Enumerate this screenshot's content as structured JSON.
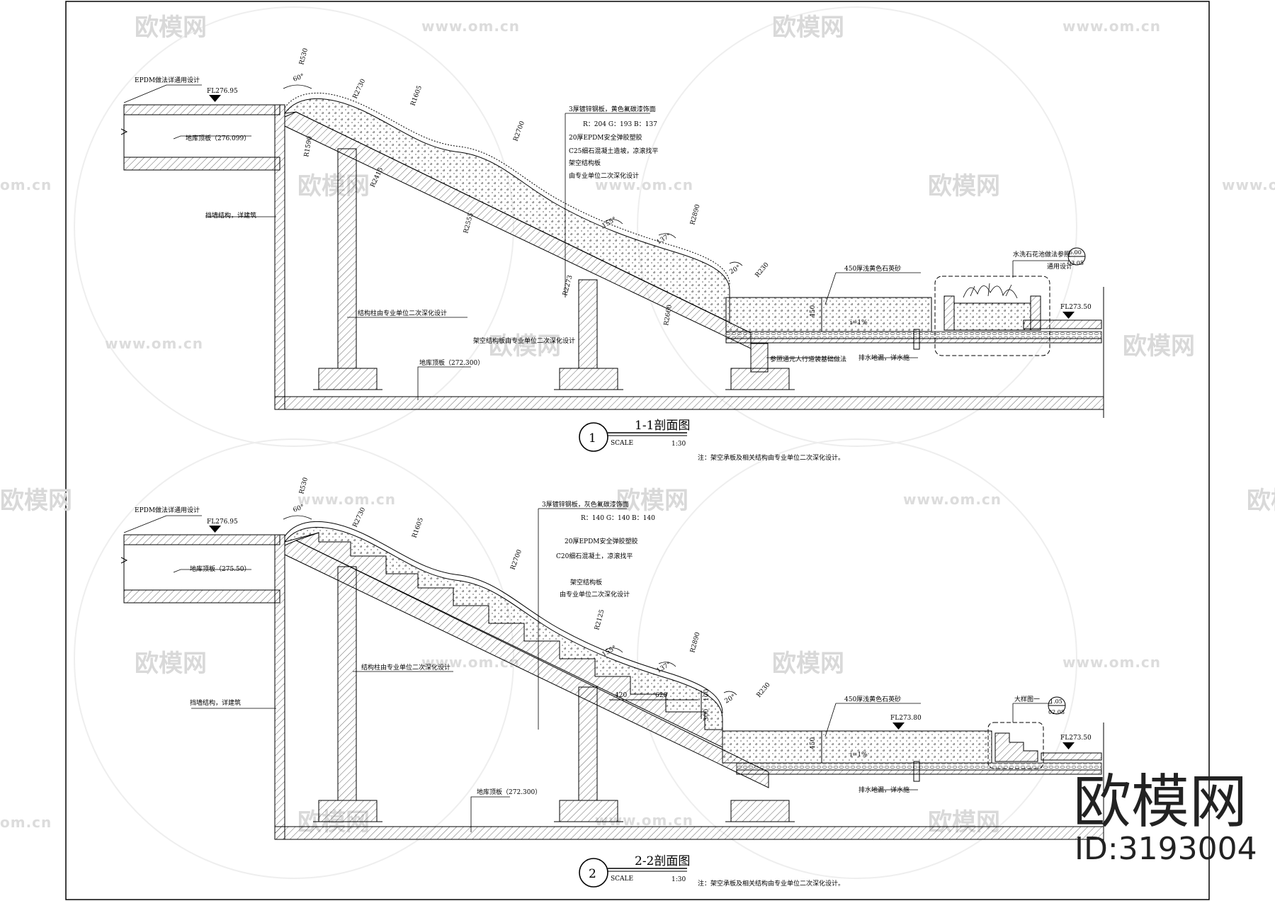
{
  "brand": {
    "name": "欧模网",
    "id": "ID:3193004"
  },
  "watermarks": {
    "cn": "欧模网",
    "url": "www.om.cn",
    "fragment": "om.cn"
  },
  "section1": {
    "circle_num": "1",
    "title": "1-1剖面图",
    "scale_word": "SCALE",
    "scale_value": "1:30",
    "note": "注：架空承板及相关结构由专业单位二次深化设计。",
    "labels": {
      "epdm": "EPDM做法详通用设计",
      "fl_top": "FL276.95",
      "roof": "地库顶板（276.099）",
      "wall": "挡墙结构，详建筑",
      "column": "结构柱由专业单位二次深化设计",
      "deck": "架空结构板由专业单位二次深化设计",
      "floor": "地库顶板（272.300）",
      "layer1": "3厚镀锌钢板，黄色氟碳漆饰面",
      "layer1_rgb": "R：204  G：193  B：137",
      "layer2": "20厚EPDM安全弹胶塑胶",
      "layer3": "C25细石混凝土造坡，凉滚找平",
      "layer4": "架空结构板",
      "layer5": "由专业单位二次深化设计",
      "sand": "450厚浅黄色石英砂",
      "planter": "水洗石花池做法参照",
      "planter2": "通用设计",
      "ref_top": "6.00",
      "ref_bot": "03.05",
      "fl_right": "FL273.50",
      "slope": "i=1%",
      "drain_ref": "参照通元人行道装基础做法",
      "drain": "排水地漏，详水施",
      "dim450": "450",
      "r1": "R530",
      "r2": "R2730",
      "r3": "R1605",
      "r4": "R2700",
      "r5": "R2890",
      "r6": "R230",
      "r7": "R1590",
      "r8": "R2555",
      "r9": "R2273",
      "r10": "R2660",
      "r11": "R2415",
      "a1": "60°",
      "a2": "155°",
      "a3": "137°",
      "a4": "20°"
    }
  },
  "section2": {
    "circle_num": "2",
    "title": "2-2剖面图",
    "scale_word": "SCALE",
    "scale_value": "1:30",
    "note": "注：架空承板及相关结构由专业单位二次深化设计。",
    "labels": {
      "epdm": "EPDM做法详通用设计",
      "fl_top": "FL276.95",
      "roof": "地库顶板（275.50）",
      "wall": "挡墙结构，详建筑",
      "column": "结构柱由专业单位二次深化设计",
      "floor": "地库顶板（272.300）",
      "layer1": "3厚镀锌钢板，灰色氟碳漆饰面",
      "layer1_rgb": "R：140  G：140  B：140",
      "layer2": "20厚EPDM安全弹胶塑胶",
      "layer3": "C20细石混凝土，凉滚找平",
      "layer4": "架空结构板",
      "layer5": "由专业单位二次深化设计",
      "sand": "450厚浅黄色石英砂",
      "fl_mid": "FL273.80",
      "detail": "大样图一",
      "ref_top": "1.05",
      "ref_bot": "02.08",
      "fl_right": "FL273.50",
      "slope": "i=1%",
      "drain": "排水地漏，详水施",
      "dim450": "450",
      "dim420": "420",
      "dim620": "620",
      "dim300": "300",
      "dim100": "100",
      "r1": "R530",
      "r2": "R2730",
      "r3": "R1605",
      "r4": "R2700",
      "r5": "R2125",
      "r6": "R2890",
      "r7": "R230",
      "a1": "60°",
      "a2": "155°",
      "a3": "137°",
      "a4": "20°"
    }
  }
}
